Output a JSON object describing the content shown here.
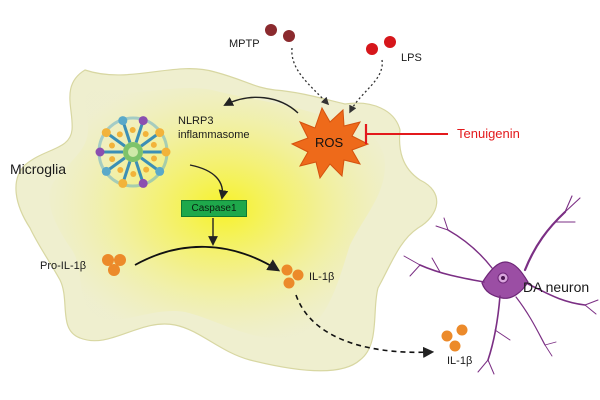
{
  "labels": {
    "mptp": "MPTP",
    "lps": "LPS",
    "nlrp3_line1": "NLRP3",
    "nlrp3_line2": "inflammasome",
    "ros": "ROS",
    "tenuigenin": "Tenuigenin",
    "microglia": "Microglia",
    "caspase1": "Caspase1",
    "pro_il1b": "Pro-IL-1β",
    "il1b_inside": "IL-1β",
    "il1b_outside": "IL-1β",
    "da_neuron": "DA neuron"
  },
  "colors": {
    "cell_fill": "#f3f2b8",
    "cell_glow": "#f7f31f",
    "ros_burst": "#ee6a1a",
    "inhibitor": "#e3191c",
    "mptp_dot": "#8b2a2e",
    "lps_dot": "#d6161b",
    "il1b_dot": "#ec8a2a",
    "caspase_box": "#1ea84b",
    "neuron": "#7b2f84",
    "arrow": "#222222"
  }
}
